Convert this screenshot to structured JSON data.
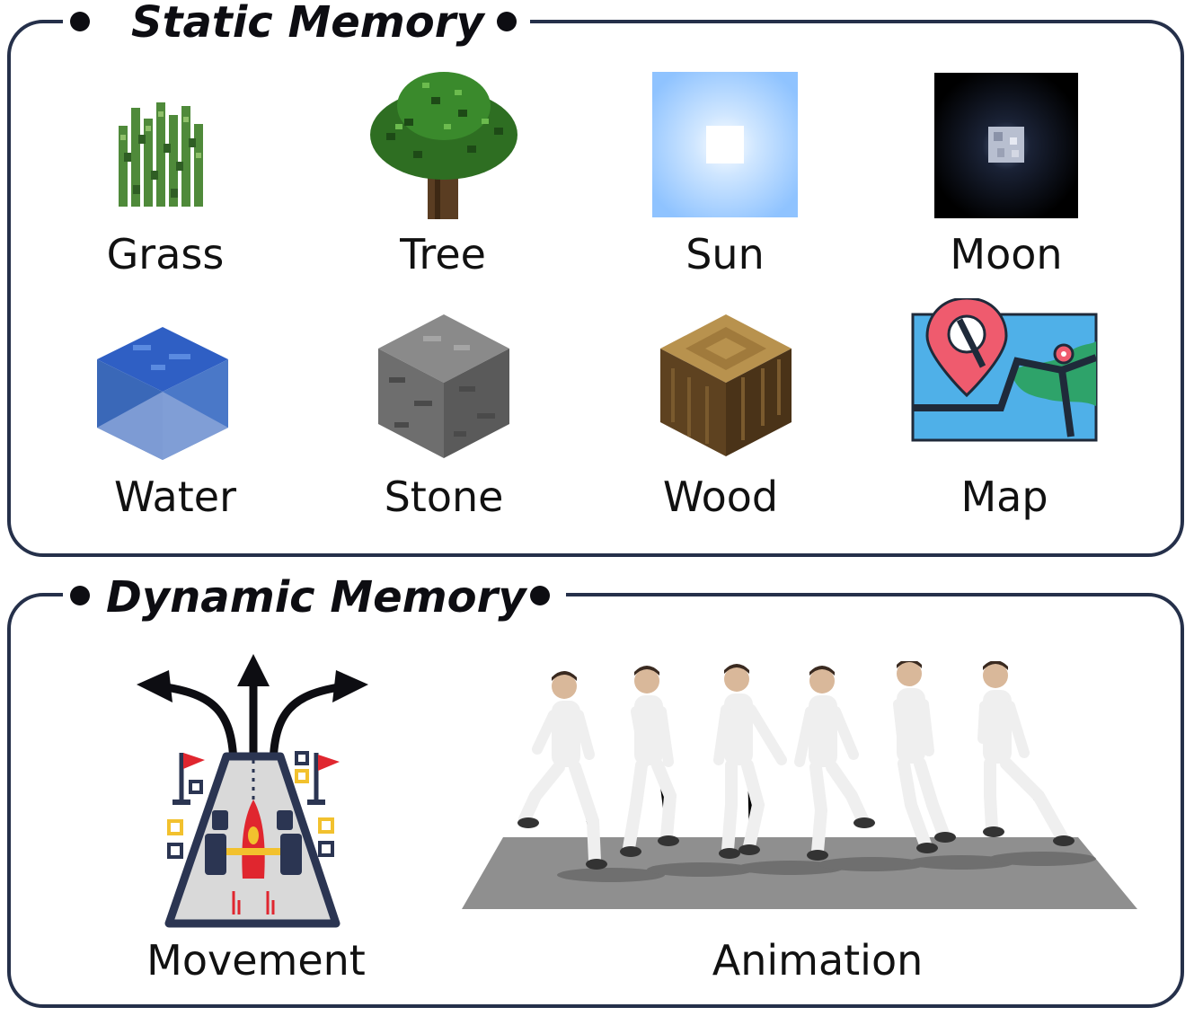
{
  "static_memory": {
    "title": "Static Memory",
    "items": [
      {
        "label": "Grass",
        "icon": "grass-block-icon"
      },
      {
        "label": "Tree",
        "icon": "tree-icon"
      },
      {
        "label": "Sun",
        "icon": "sun-icon"
      },
      {
        "label": "Moon",
        "icon": "moon-icon"
      },
      {
        "label": "Water",
        "icon": "water-block-icon"
      },
      {
        "label": "Stone",
        "icon": "stone-block-icon"
      },
      {
        "label": "Wood",
        "icon": "wood-block-icon"
      },
      {
        "label": "Map",
        "icon": "map-pin-icon"
      }
    ]
  },
  "dynamic_memory": {
    "title": "Dynamic  Memory",
    "items": [
      {
        "label": "Movement",
        "icon": "race-track-arrows-icon"
      },
      {
        "label": "Animation",
        "icon": "human-walking-sequence-icon"
      }
    ]
  },
  "colors": {
    "border": "#25304a",
    "text": "#111111",
    "grass": "#4f8a3a",
    "sky": "#8fc3ff",
    "water": "#3a62b8",
    "stone": "#6e6e6e",
    "wood": "#7a5a2e",
    "map_pin": "#ef5b6e",
    "map_land": "#2ea36a",
    "map_sea": "#4fb0e8"
  }
}
